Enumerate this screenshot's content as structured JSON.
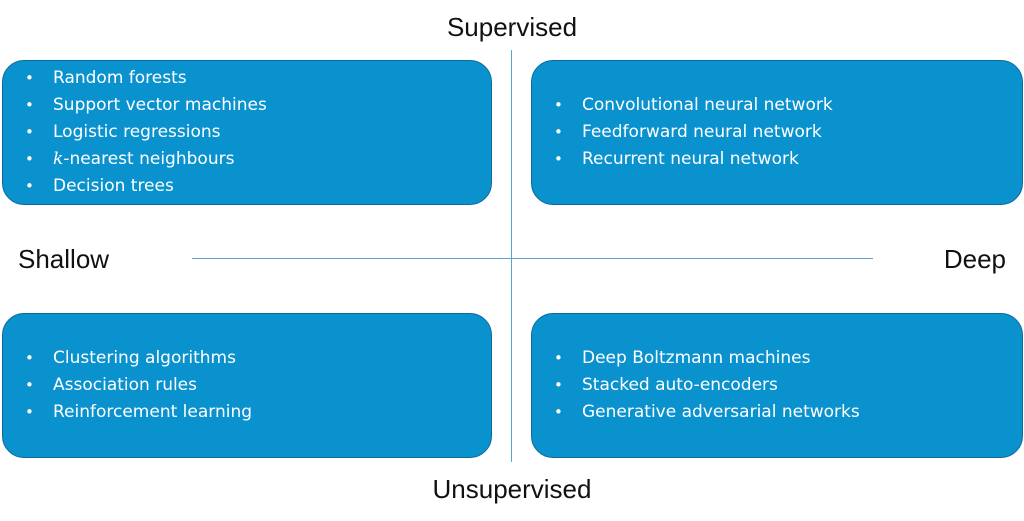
{
  "axes": {
    "top": "Supervised",
    "bottom": "Unsupervised",
    "left": "Shallow",
    "right": "Deep"
  },
  "colors": {
    "box_fill": "#0a92cf",
    "box_border": "#0a6a9a",
    "axis_line": "#5aa6cc",
    "box_text": "#ffffff"
  },
  "quadrants": {
    "top_left": {
      "items": [
        "Random forests",
        "Support vector machines",
        "Logistic regressions",
        "-nearest neighbours",
        "Decision trees"
      ],
      "italic_prefix": "k"
    },
    "top_right": {
      "items": [
        "Convolutional neural network",
        "Feedforward neural network",
        "Recurrent neural network"
      ]
    },
    "bottom_left": {
      "items": [
        "Clustering algorithms",
        "Association rules",
        "Reinforcement learning"
      ]
    },
    "bottom_right": {
      "items": [
        "Deep Boltzmann machines",
        "Stacked auto-encoders",
        "Generative adversarial networks"
      ]
    }
  }
}
